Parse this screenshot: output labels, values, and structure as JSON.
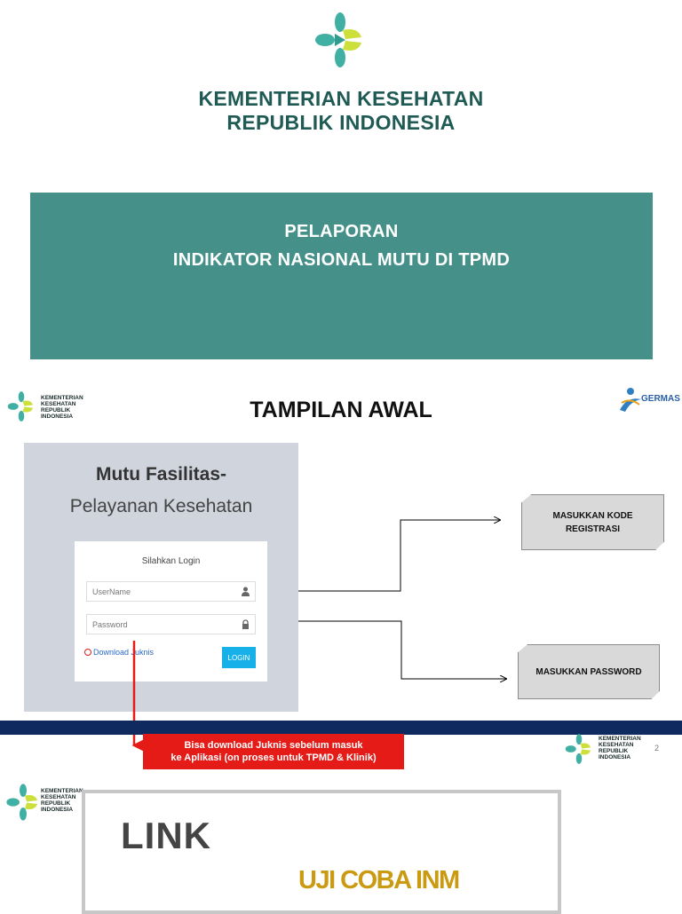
{
  "slide1": {
    "ministry_line1": "KEMENTERIAN KESEHATAN",
    "ministry_line2": "REPUBLIK INDONESIA",
    "banner_line1": "PELAPORAN",
    "banner_line2": "INDIKATOR NASIONAL MUTU DI TPMD"
  },
  "logo": {
    "line1": "KEMENTERIAN",
    "line2": "KESEHATAN",
    "line3": "REPUBLIK",
    "line4": "INDONESIA"
  },
  "germas": {
    "label": "GERMAS"
  },
  "slide2": {
    "title": "TAMPILAN AWAL",
    "app_title_1": "Mutu Fasilitas-",
    "app_title_2": "Pelayanan Kesehatan",
    "login_heading": "Silahkan Login",
    "username_placeholder": "UserName",
    "password_placeholder": "Password",
    "download_link": "Download Juknis",
    "login_button": "LOGIN",
    "callout_code_line1": "MASUKKAN KODE",
    "callout_code_line2": "REGISTRASI",
    "callout_password": "MASUKKAN PASSWORD",
    "note_line1": "Bisa download Juknis sebelum masuk",
    "note_line2": "ke Aplikasi (on proses untuk TPMD & Klinik)",
    "page_number": "2"
  },
  "slide3": {
    "link_title": "LINK",
    "subtitle": "UJI COBA INM"
  },
  "colors": {
    "teal": "#45918a",
    "dark_green_text": "#1f5a55",
    "login_button": "#17b0e8",
    "note_red": "#e41b17",
    "strip_navy": "#0f2a5e",
    "gold": "#c99a12"
  }
}
